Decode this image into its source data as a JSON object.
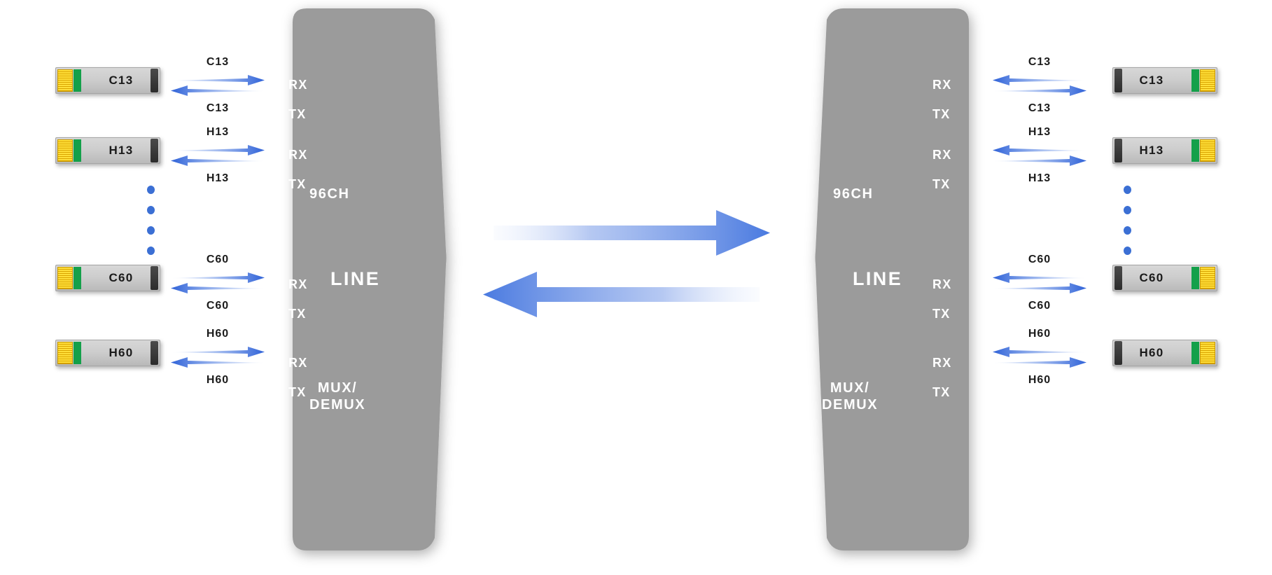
{
  "diagram": {
    "title": "96CH MUX/DEMUX line transmission diagram",
    "colors": {
      "chassis_gray": "#9b9b9b",
      "arrow_blue": "#4a7ae0",
      "arrow_blue_dark": "#2f62d8",
      "module_body": "#cdcdcd",
      "module_end_dark": "#3a3a3a",
      "module_green": "#14a04a",
      "module_gold": "#ffdf3a",
      "dot_blue": "#3b6fd4",
      "label_dark": "#1b1b1b",
      "label_light": "#ffffff"
    }
  },
  "left_chassis": {
    "name": "left-mux-demux-chassis",
    "labels": {
      "channels": "96CH",
      "line": "LINE",
      "mux": "MUX/\nDEMUX"
    },
    "ports": [
      {
        "rx": "RX",
        "tx": "TX"
      },
      {
        "rx": "RX",
        "tx": "TX"
      },
      {
        "rx": "RX",
        "tx": "TX"
      },
      {
        "rx": "RX",
        "tx": "TX"
      }
    ]
  },
  "right_chassis": {
    "name": "right-mux-demux-chassis",
    "labels": {
      "channels": "96CH",
      "line": "LINE",
      "mux": "MUX/\nDEMUX"
    },
    "ports": [
      {
        "rx": "RX",
        "tx": "TX"
      },
      {
        "rx": "RX",
        "tx": "TX"
      },
      {
        "rx": "RX",
        "tx": "TX"
      },
      {
        "rx": "RX",
        "tx": "TX"
      }
    ]
  },
  "left_modules": [
    {
      "label": "C13"
    },
    {
      "label": "H13"
    },
    {
      "label": "C60"
    },
    {
      "label": "H60"
    }
  ],
  "right_modules": [
    {
      "label": "C13"
    },
    {
      "label": "H13"
    },
    {
      "label": "C60"
    },
    {
      "label": "H60"
    }
  ],
  "left_links": [
    {
      "top_label": "C13",
      "bottom_label": "C13",
      "top_dir": "right",
      "bottom_dir": "left"
    },
    {
      "top_label": "H13",
      "bottom_label": "H13",
      "top_dir": "right",
      "bottom_dir": "left"
    },
    {
      "top_label": "C60",
      "bottom_label": "C60",
      "top_dir": "right",
      "bottom_dir": "left"
    },
    {
      "top_label": "H60",
      "bottom_label": "H60",
      "top_dir": "right",
      "bottom_dir": "left"
    }
  ],
  "right_links": [
    {
      "top_label": "C13",
      "bottom_label": "C13",
      "top_dir": "left",
      "bottom_dir": "right"
    },
    {
      "top_label": "H13",
      "bottom_label": "H13",
      "top_dir": "left",
      "bottom_dir": "right"
    },
    {
      "top_label": "C60",
      "bottom_label": "C60",
      "top_dir": "left",
      "bottom_dir": "right"
    },
    {
      "top_label": "H60",
      "bottom_label": "H60",
      "top_dir": "left",
      "bottom_dir": "right"
    }
  ],
  "ellipsis": {
    "left_dots": 4,
    "right_dots": 4
  },
  "line_arrows": [
    {
      "name": "line-arrow-eastbound",
      "direction": "right"
    },
    {
      "name": "line-arrow-westbound",
      "direction": "left"
    }
  ]
}
